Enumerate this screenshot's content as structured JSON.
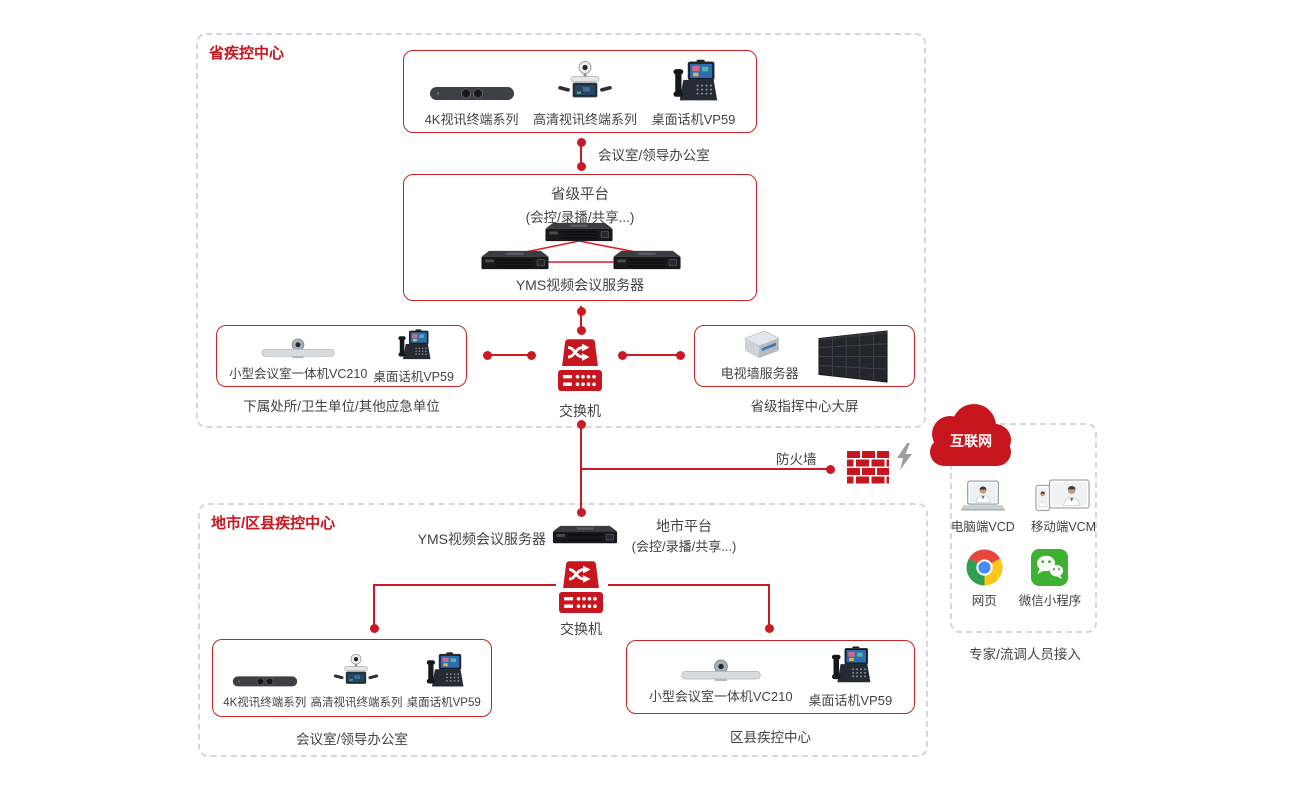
{
  "colors": {
    "accent_red": "#c8161e",
    "line_red": "#cb1a22",
    "text_gray": "#3f4347",
    "dash_gray": "#d6d6d8"
  },
  "province": {
    "title": "省疾控中心",
    "terminals_box": {
      "items": [
        {
          "icon": "videobar-4k-icon",
          "label": "4K视讯终端系列"
        },
        {
          "icon": "hd-terminal-icon",
          "label": "高清视讯终端系列"
        },
        {
          "icon": "vp59-phone-icon",
          "label": "桌面话机VP59"
        }
      ]
    },
    "room_link_label": "会议室/领导办公室",
    "platform_box": {
      "title": "省级平台",
      "subtitle": "(会控/录播/共享...)",
      "servers_label": "YMS视频会议服务器"
    },
    "switch_label": "交换机",
    "left_box": {
      "items": [
        {
          "icon": "vc210-camera-icon",
          "label": "小型会议室一体机VC210"
        },
        {
          "icon": "vp59-phone-icon",
          "label": "桌面话机VP59"
        }
      ],
      "caption": "下属处所/卫生单位/其他应急单位"
    },
    "right_box": {
      "items": [
        {
          "icon": "tvwall-server-icon",
          "label": "电视墙服务器"
        },
        {
          "icon": "videowall-icon",
          "label": ""
        }
      ],
      "caption": "省级指挥中心大屏"
    }
  },
  "firewall": {
    "label": "防火墙",
    "icon": "firewall-brick-icon",
    "spark_icon": "lightning-icon"
  },
  "internet": {
    "cloud_label": "互联网",
    "access_box": {
      "rows": [
        {
          "items": [
            {
              "icon": "laptop-vcd-icon",
              "label": "电脑端VCD"
            },
            {
              "icon": "mobile-vcm-icon",
              "label": "移动端VCM"
            }
          ]
        },
        {
          "items": [
            {
              "icon": "chrome-browser-icon",
              "label": "网页"
            },
            {
              "icon": "wechat-miniprogram-icon",
              "label": "微信小程序"
            }
          ]
        }
      ]
    },
    "caption": "专家/流调人员接入"
  },
  "city": {
    "title": "地市/区县疾控中心",
    "server_label": "YMS视频会议服务器",
    "platform": {
      "title": "地市平台",
      "subtitle": "(会控/录播/共享...)"
    },
    "switch_label": "交换机",
    "left_box": {
      "items": [
        {
          "icon": "videobar-4k-icon",
          "label": "4K视讯终端系列"
        },
        {
          "icon": "hd-terminal-icon",
          "label": "高清视讯终端系列"
        },
        {
          "icon": "vp59-phone-icon",
          "label": "桌面话机VP59"
        }
      ],
      "caption": "会议室/领导办公室"
    },
    "right_box": {
      "items": [
        {
          "icon": "vc210-camera-icon",
          "label": "小型会议室一体机VC210"
        },
        {
          "icon": "vp59-phone-icon",
          "label": "桌面话机VP59"
        }
      ],
      "caption": "区县疾控中心"
    }
  }
}
